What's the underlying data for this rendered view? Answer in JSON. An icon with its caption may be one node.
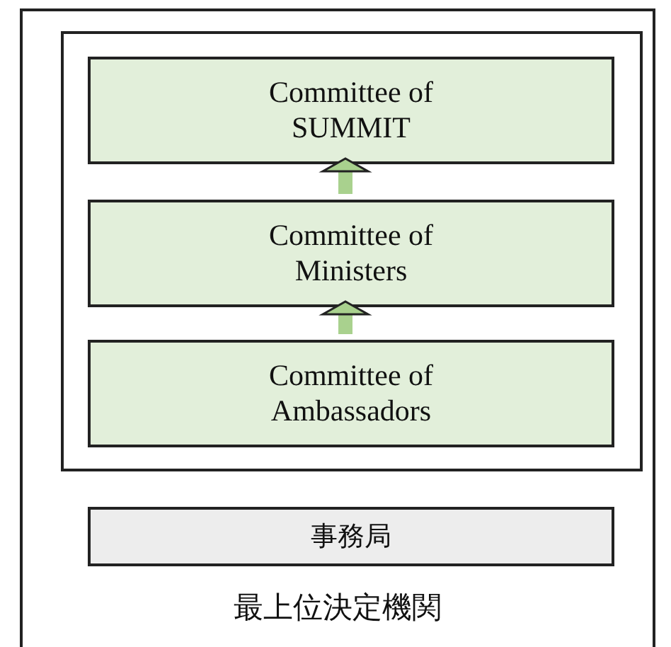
{
  "diagram": {
    "nodes": [
      {
        "text": [
          "最上位決定機関"
        ]
      },
      {
        "text": [],
        "shape": "box",
        "in": 0
      },
      {
        "text": [
          "Committee of SUMMIT"
        ],
        "in": 1
      },
      {
        "text": [
          "Committee of Ministers"
        ],
        "in": 1
      },
      {
        "text": [
          "Committee of Ambassadors"
        ],
        "in": 1
      },
      {
        "text": [
          "事務局"
        ],
        "in": 0
      }
    ],
    "edges": [
      {
        "from": 4,
        "to": 3,
        "arrow": "to"
      },
      {
        "from": 3,
        "to": 2,
        "arrow": "to"
      }
    ]
  }
}
